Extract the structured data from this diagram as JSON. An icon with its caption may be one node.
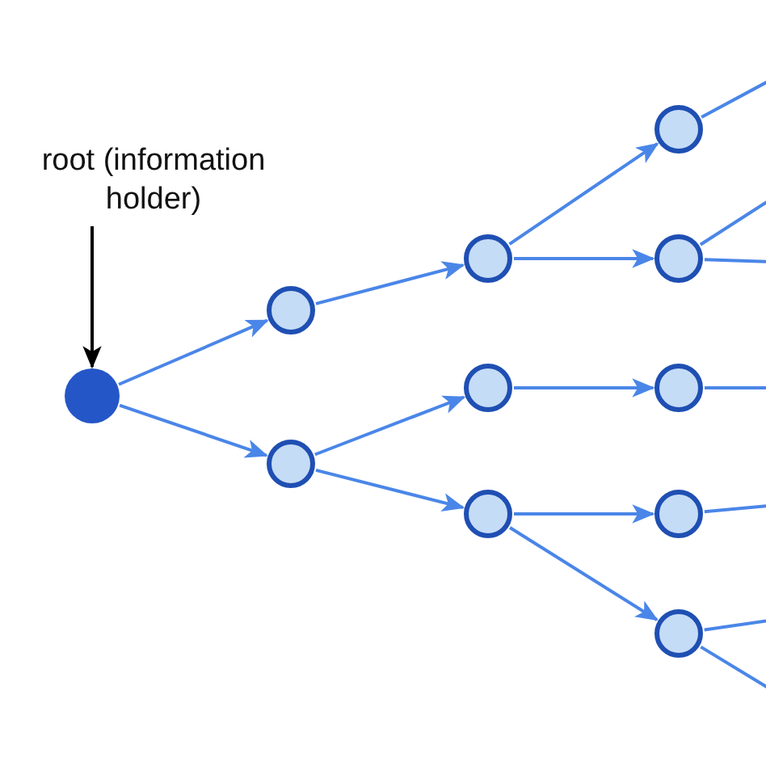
{
  "diagram": {
    "nodes": [
      {
        "text": [
          "root (information holder)"
        ]
      },
      {
        "text": [],
        "shape": "circle"
      },
      {
        "text": [],
        "shape": "circle"
      },
      {
        "text": [],
        "shape": "circle"
      },
      {
        "text": [],
        "shape": "circle"
      },
      {
        "text": [],
        "shape": "circle"
      },
      {
        "text": [],
        "shape": "circle"
      },
      {
        "text": [],
        "shape": "circle"
      },
      {
        "text": [],
        "shape": "circle"
      },
      {
        "text": [],
        "shape": "circle"
      },
      {
        "text": [],
        "shape": "circle"
      },
      {
        "text": [],
        "shape": "circle"
      }
    ],
    "edges": [
      {
        "from": 0,
        "to": 1,
        "arrow": "to",
        "color": "#000000"
      },
      {
        "from": 1,
        "to": 2,
        "arrow": "to"
      },
      {
        "from": 1,
        "to": 3,
        "arrow": "to"
      },
      {
        "from": 2,
        "to": 4,
        "arrow": "to"
      },
      {
        "from": 3,
        "to": 5,
        "arrow": "to"
      },
      {
        "from": 3,
        "to": 6,
        "arrow": "to"
      },
      {
        "from": 4,
        "to": 7,
        "arrow": "to"
      },
      {
        "from": 4,
        "to": 8,
        "arrow": "to"
      },
      {
        "from": 5,
        "to": 9,
        "arrow": "to"
      },
      {
        "from": 6,
        "to": 10,
        "arrow": "to"
      },
      {
        "from": 6,
        "to": 11,
        "arrow": "to"
      },
      {
        "from": 7,
        "to": null,
        "arrow": "none"
      },
      {
        "from": 8,
        "to": null,
        "arrow": "none"
      },
      {
        "from": 8,
        "to": null,
        "arrow": "none"
      },
      {
        "from": 9,
        "to": null,
        "arrow": "none"
      },
      {
        "from": 10,
        "to": null,
        "arrow": "none"
      },
      {
        "from": 11,
        "to": null,
        "arrow": "none"
      },
      {
        "from": 11,
        "to": null,
        "arrow": "none"
      }
    ]
  }
}
